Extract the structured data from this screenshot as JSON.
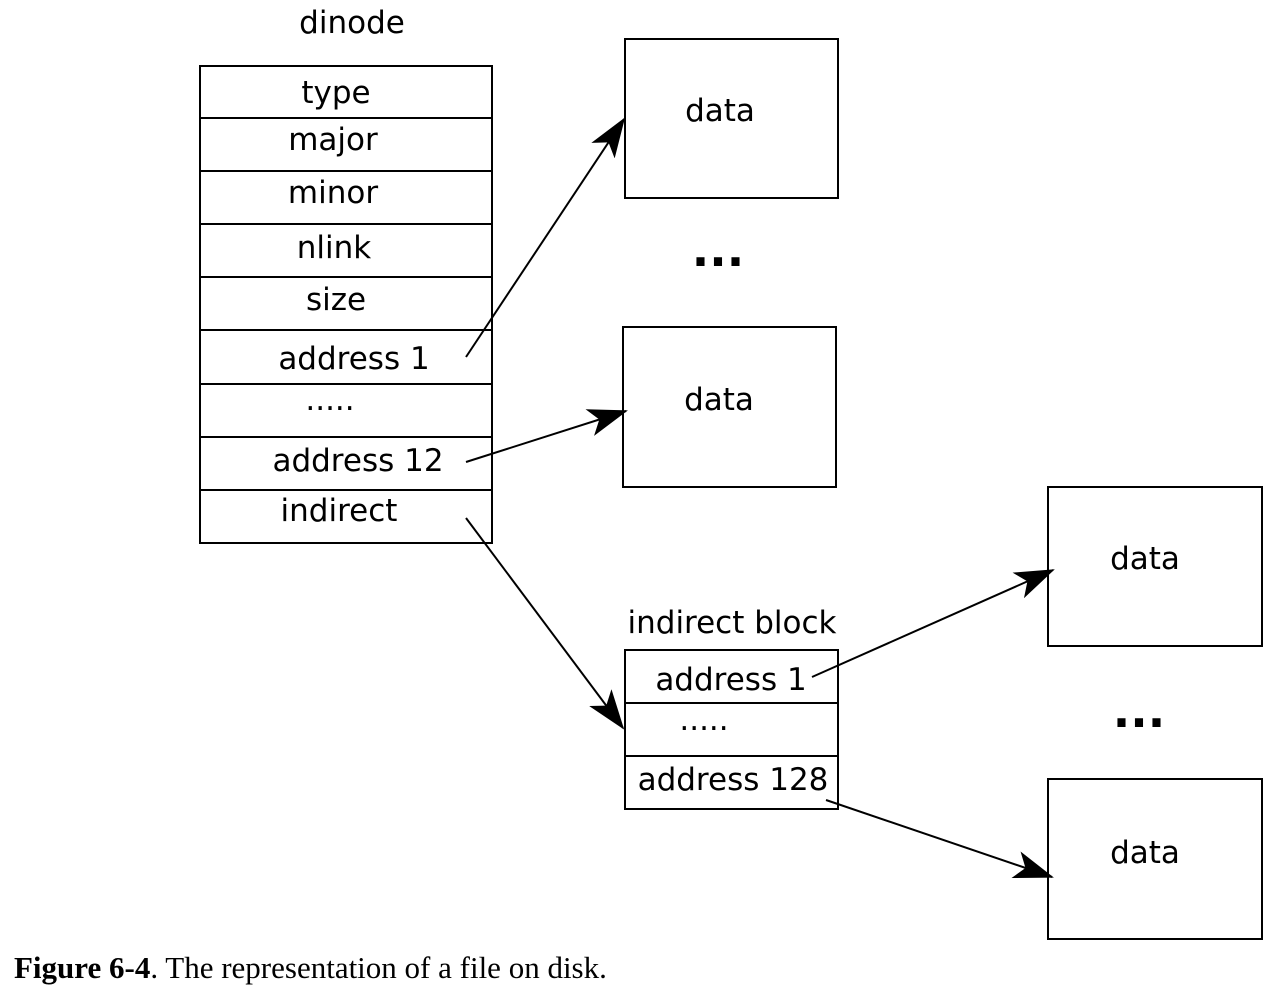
{
  "dinode": {
    "title": "dinode",
    "fields": [
      "type",
      "major",
      "minor",
      "nlink",
      "size",
      "address 1",
      ".....",
      "address 12",
      "indirect"
    ]
  },
  "indirect_block": {
    "title": "indirect block",
    "fields": [
      "address 1",
      ".....",
      "address 128"
    ]
  },
  "data_label": "data",
  "ellipsis": "...",
  "caption": {
    "label": "Figure 6-4",
    "text": ". The representation of a file on disk."
  }
}
